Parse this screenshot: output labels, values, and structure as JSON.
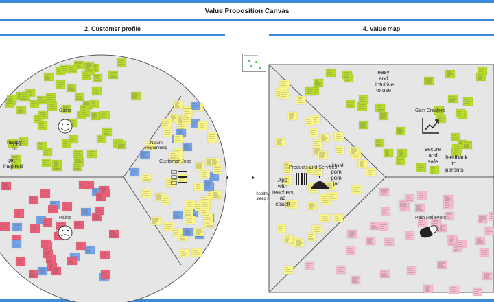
{
  "title": "Value Proposition Canvas",
  "sections": {
    "customer_profile": "2. Customer profile",
    "value_map": "4. Value map"
  },
  "customer": {
    "gains_label": "Gains",
    "pains_label": "Pains",
    "jobs_label": "Customer Jobs"
  },
  "value_map": {
    "products_label": "Products and Services",
    "gain_creators_label": "Gain Creators",
    "pain_relievers_label": "Pain Relievers"
  },
  "notes": {
    "happy_cc": "happy cc",
    "get_inspired": "get inspired",
    "nature_rogramming": "Nature rogramming",
    "app_with_teachers": "App with teachers as coach",
    "virtual_pom": "virtual pom pom jar",
    "healthy_sleep": "healthy sleep n",
    "easy_intuitive": "easy and intuitive to use",
    "secure_safe": "secure and safe",
    "feedback_parents": "feedback to parents"
  },
  "colors": {
    "frame": "#3d8bd8",
    "canvas_fill": "#e6e6e6",
    "note_green": "#b8dc2e",
    "note_yellow": "#fbf78a",
    "note_red": "#f0607a",
    "note_blue": "#78a6ec",
    "note_pink": "#f7bcd1",
    "note_white": "#ffffff"
  },
  "icons": [
    "smiley-icon",
    "sad-face-icon",
    "checklist-icon",
    "growth-chart-icon",
    "pill-icon",
    "service-bell-icon",
    "barcode-icon",
    "double-arrow-icon"
  ]
}
